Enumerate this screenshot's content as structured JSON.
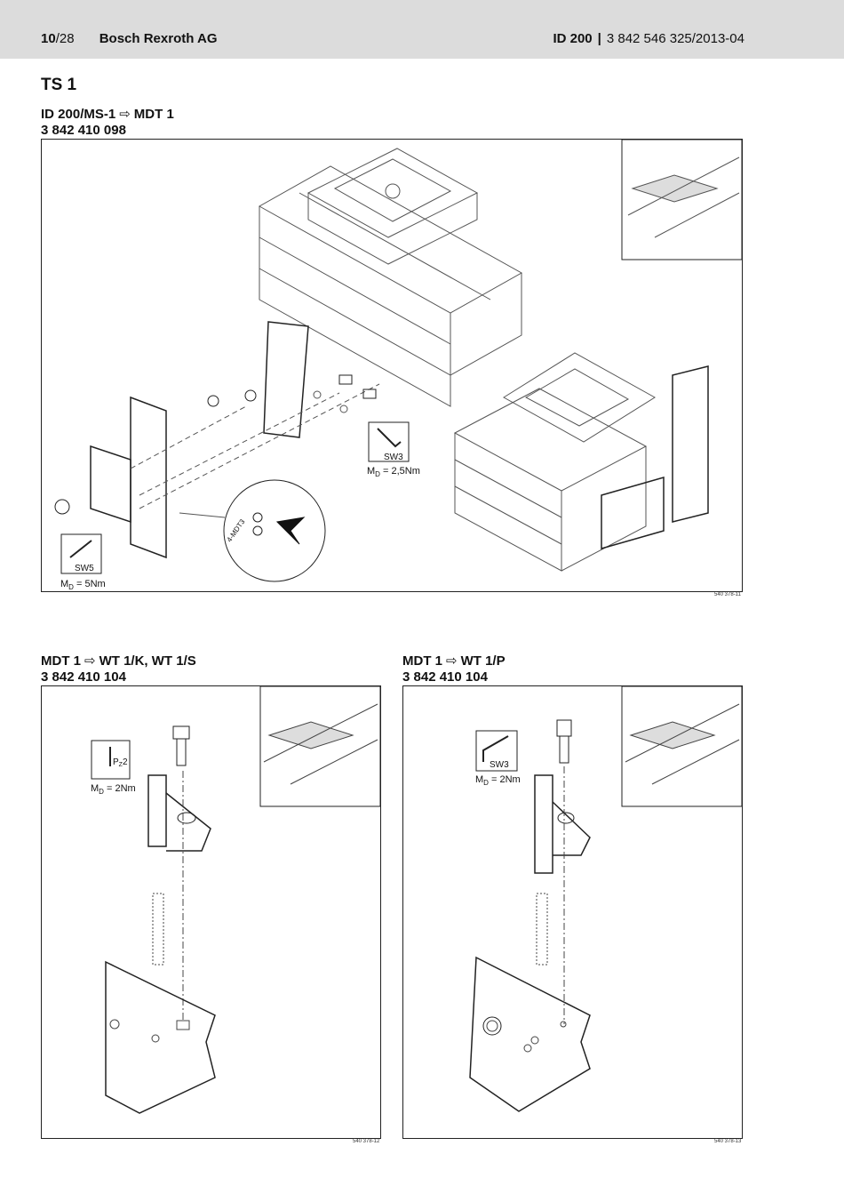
{
  "header": {
    "page": "10",
    "page_total": "/28",
    "company": "Bosch Rexroth AG",
    "doc_id": "ID 200",
    "separator": "|",
    "doc_number": "3 842 546 325/2013-04"
  },
  "section_title": "TS 1",
  "figure1": {
    "caption_part1": "ID 200/MS-1",
    "caption_arrow": "⇨",
    "caption_part2": "MDT 1",
    "part_number": "3 842 410 098",
    "tool_a": "SW3",
    "torque_a": "M",
    "torque_a_sub": "D",
    "torque_a_val": " = 2,5Nm",
    "tool_b": "SW5",
    "torque_b": "M",
    "torque_b_sub": "D",
    "torque_b_val": " = 5Nm",
    "detail_label": "4-MDT3",
    "ref": "540 378-11"
  },
  "figure2": {
    "caption_part1": "MDT 1",
    "caption_arrow": "⇨",
    "caption_part2": "WT 1/K, WT 1/S",
    "part_number": "3 842 410 104",
    "tool": "P",
    "tool_sub": "Z",
    "tool_val": "2",
    "torque": "M",
    "torque_sub": "D",
    "torque_val": " = 2Nm",
    "ref": "540 378-12"
  },
  "figure3": {
    "caption_part1": "MDT 1",
    "caption_arrow": "⇨",
    "caption_part2": "WT 1/P",
    "part_number": "3 842 410 104",
    "tool": "SW3",
    "torque": "M",
    "torque_sub": "D",
    "torque_val": " = 2Nm",
    "ref": "540 378-13"
  }
}
